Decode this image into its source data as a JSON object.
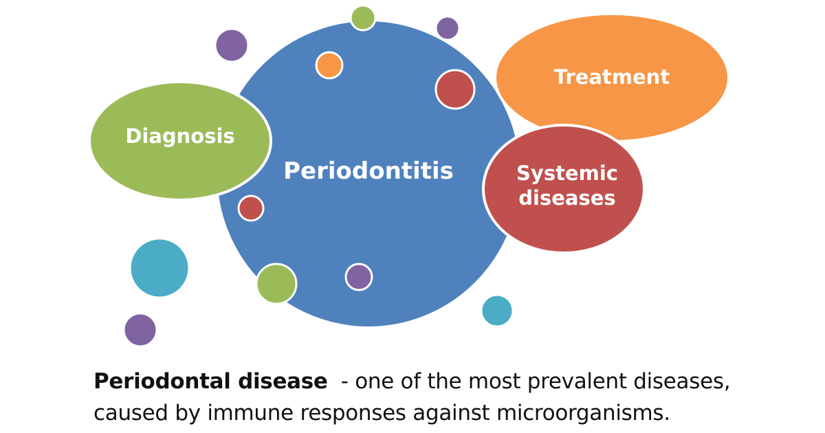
{
  "colors": {
    "blue": "#4f81bd",
    "green": "#9bbb59",
    "orange": "#f79646",
    "red": "#c0504d",
    "purple": "#8064a2",
    "teal": "#4bacc6",
    "white": "#ffffff"
  },
  "nodes": {
    "center": "Periodontitis",
    "diagnosis": "Diagnosis",
    "treatment": "Treatment",
    "systemic_line1": "Systemic",
    "systemic_line2": "diseases"
  },
  "caption": {
    "term": "Periodontal disease",
    "line1_rest": "  - one of the most prevalent diseases,",
    "line2": "caused by immune responses against microorganisms."
  }
}
